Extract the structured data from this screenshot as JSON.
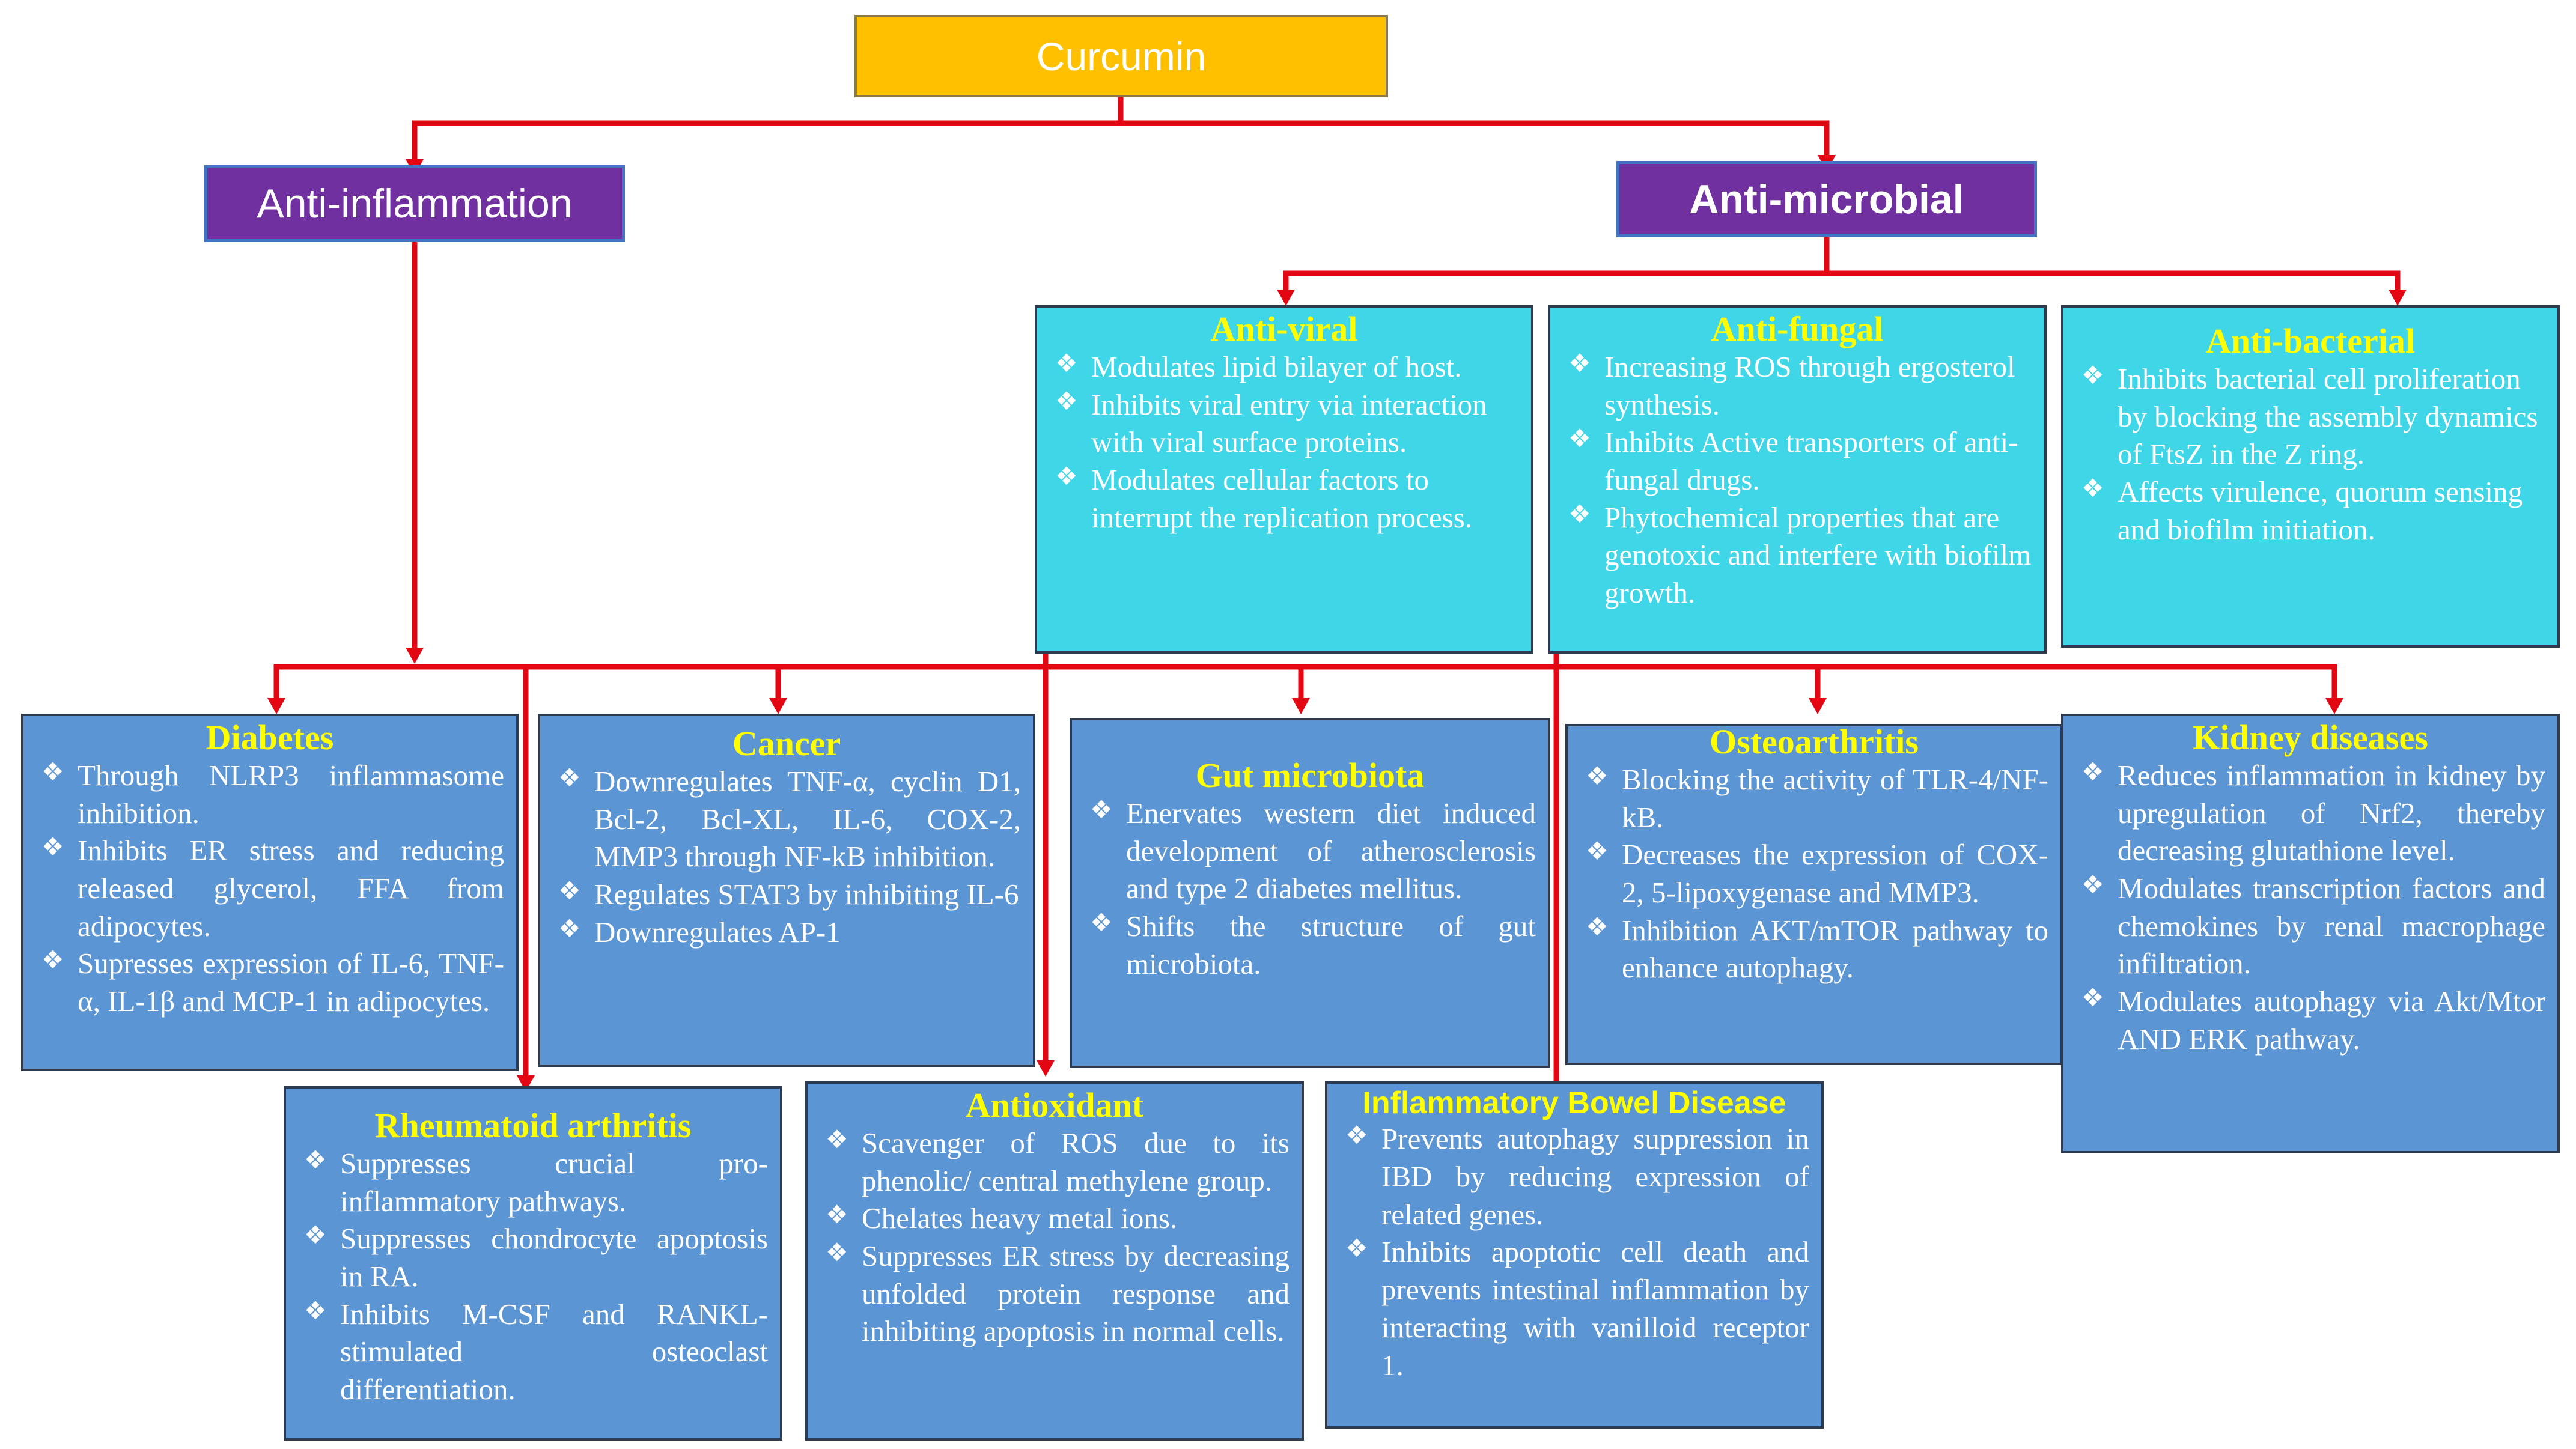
{
  "root": {
    "label": "Curcumin"
  },
  "categories": {
    "inflammation": {
      "label": "Anti-inflammation"
    },
    "microbial": {
      "label": "Anti-microbial"
    }
  },
  "colors": {
    "connector": "#e30613",
    "title_yellow": "#ffff00",
    "root_fill": "#ffc000",
    "category_fill": "#7030a0",
    "box_blue": "#5b95d3",
    "box_cyan": "#3fd6e8"
  },
  "microbial_boxes": [
    {
      "title": "Anti-viral",
      "items": [
        "Modulates lipid bilayer of host.",
        "Inhibits viral entry via interaction with viral surface proteins.",
        "Modulates cellular factors to interrupt the replication process."
      ]
    },
    {
      "title": "Anti-fungal",
      "items": [
        "Increasing ROS through ergosterol synthesis.",
        "Inhibits Active transporters of anti-fungal drugs.",
        "Phytochemical properties that are genotoxic and interfere with biofilm growth."
      ]
    },
    {
      "title": "Anti-bacterial",
      "items": [
        "Inhibits bacterial cell proliferation by blocking the assembly dynamics of FtsZ in the Z ring.",
        "Affects virulence, quorum sensing and biofilm initiation."
      ]
    }
  ],
  "inflammation_boxes": [
    {
      "title": "Diabetes",
      "items": [
        "Through NLRP3 inflammasome inhibition.",
        "Inhibits ER stress and reducing released glycerol, FFA from adipocytes.",
        "Supresses expression of IL-6, TNF-α, IL-1β and MCP-1 in adipocytes."
      ]
    },
    {
      "title": "Cancer",
      "items": [
        "Downregulates TNF-α, cyclin D1, Bcl-2, Bcl-XL, IL-6, COX-2, MMP3 through NF-kB inhibition.",
        "Regulates STAT3 by inhibiting IL-6",
        "Downregulates AP-1"
      ]
    },
    {
      "title": "Gut microbiota",
      "items": [
        "Enervates western diet induced development of atherosclerosis and type 2 diabetes mellitus.",
        "Shifts the structure of gut microbiota."
      ]
    },
    {
      "title": "Osteoarthritis",
      "items": [
        "Blocking the activity of TLR-4/NF-kB.",
        "Decreases the expression of COX-2, 5-lipoxygenase and MMP3.",
        "Inhibition AKT/mTOR pathway to enhance autophagy."
      ]
    },
    {
      "title": "Kidney diseases",
      "items": [
        "Reduces inflammation in kidney by upregulation of Nrf2, thereby decreasing glutathione level.",
        "Modulates transcription factors and chemokines by renal macrophage infiltration.",
        "Modulates autophagy via Akt/Mtor AND ERK pathway."
      ]
    },
    {
      "title": "Rheumatoid arthritis",
      "items": [
        "Suppresses crucial pro-inflammatory pathways.",
        "Suppresses chondrocyte apoptosis in RA.",
        "Inhibits M-CSF and RANKL-stimulated osteoclast differentiation."
      ]
    },
    {
      "title": "Antioxidant",
      "items": [
        "Scavenger of ROS due to its phenolic/ central methylene group.",
        "Chelates heavy metal ions.",
        "Suppresses ER stress by decreasing unfolded protein response and inhibiting apoptosis in normal cells."
      ]
    },
    {
      "title": "Inflammatory Bowel Disease",
      "items": [
        "Prevents autophagy suppression in IBD by reducing expression of related genes.",
        "Inhibits apoptotic cell death and prevents intestinal inflammation by interacting with vanilloid receptor 1."
      ]
    }
  ]
}
